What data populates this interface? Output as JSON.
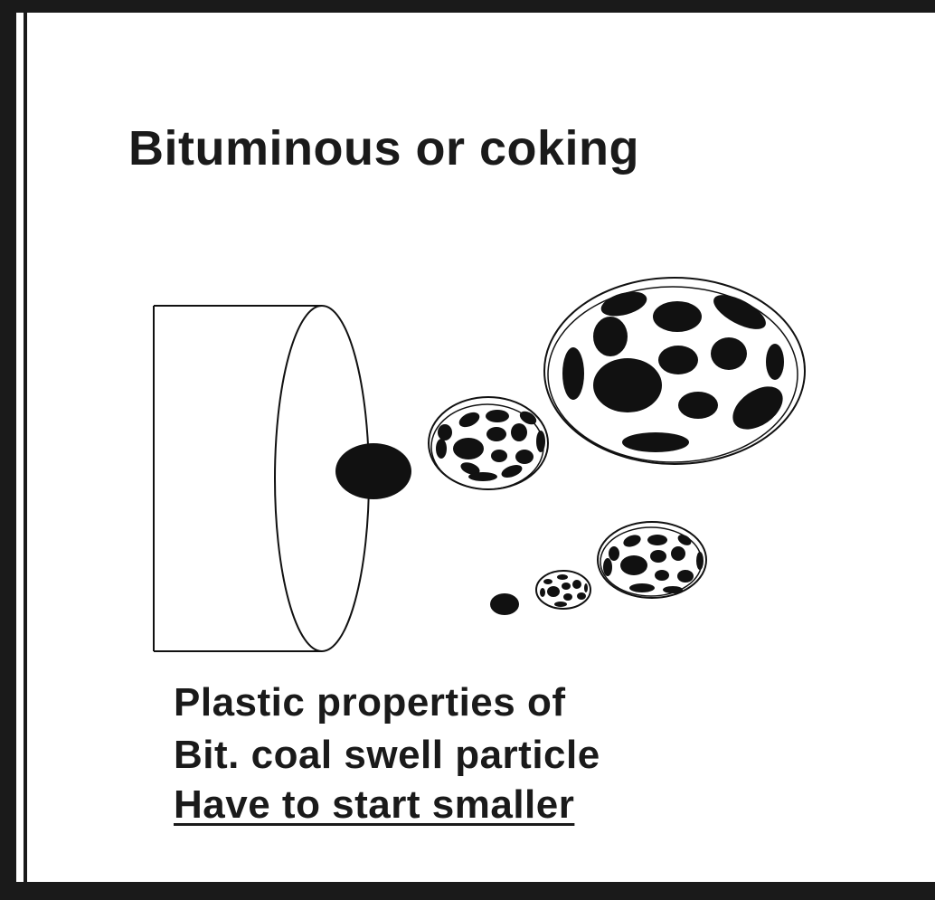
{
  "title": "Bituminous or coking",
  "caption": {
    "line1": "Plastic properties of",
    "line2": "Bit. coal swell particle",
    "line3": "Have to start smaller"
  },
  "colors": {
    "frame": "#1a1a1a",
    "ink": "#111111",
    "paper": "#ffffff"
  },
  "particles": [
    {
      "label": "tiny-solid-particle",
      "stage": 1
    },
    {
      "label": "small-porous-particle",
      "stage": 2
    },
    {
      "label": "medium-porous-particle",
      "stage": 3
    },
    {
      "label": "swollen-particle-mid",
      "stage": 4
    },
    {
      "label": "swollen-particle-large",
      "stage": 5
    }
  ]
}
